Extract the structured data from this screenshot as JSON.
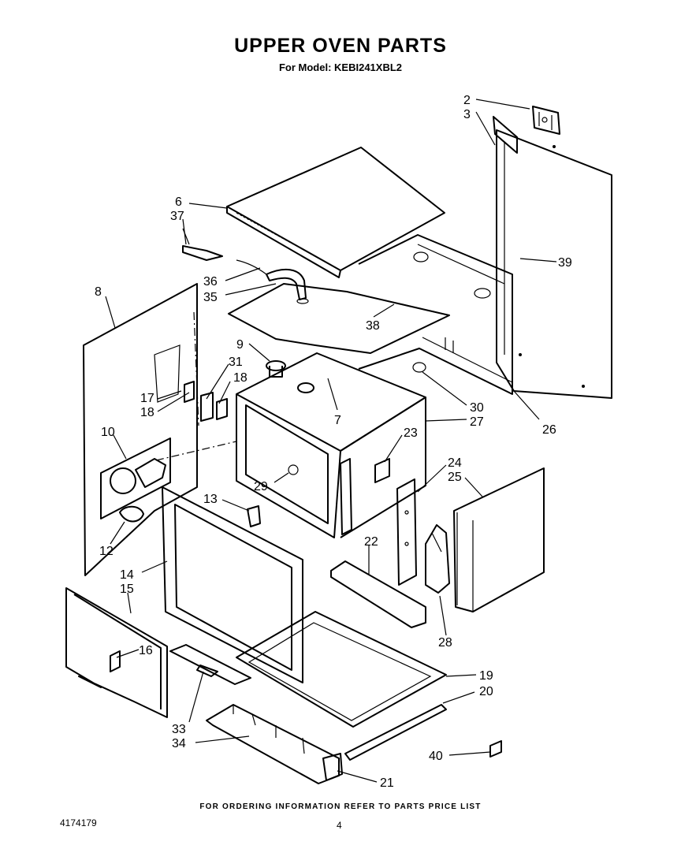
{
  "header": {
    "title": "UPPER OVEN PARTS",
    "subtitle": "For Model: KEBI241XBL2"
  },
  "callouts": [
    "2",
    "3",
    "6",
    "37",
    "39",
    "36",
    "35",
    "8",
    "38",
    "9",
    "31",
    "18",
    "17",
    "18",
    "7",
    "30",
    "27",
    "26",
    "10",
    "23",
    "29",
    "24",
    "25",
    "13",
    "22",
    "12",
    "14",
    "15",
    "16",
    "28",
    "19",
    "20",
    "33",
    "34",
    "40",
    "21"
  ],
  "footer": {
    "note": "FOR ORDERING INFORMATION REFER TO PARTS PRICE LIST",
    "document_number": "4174179",
    "page_number": "4"
  }
}
